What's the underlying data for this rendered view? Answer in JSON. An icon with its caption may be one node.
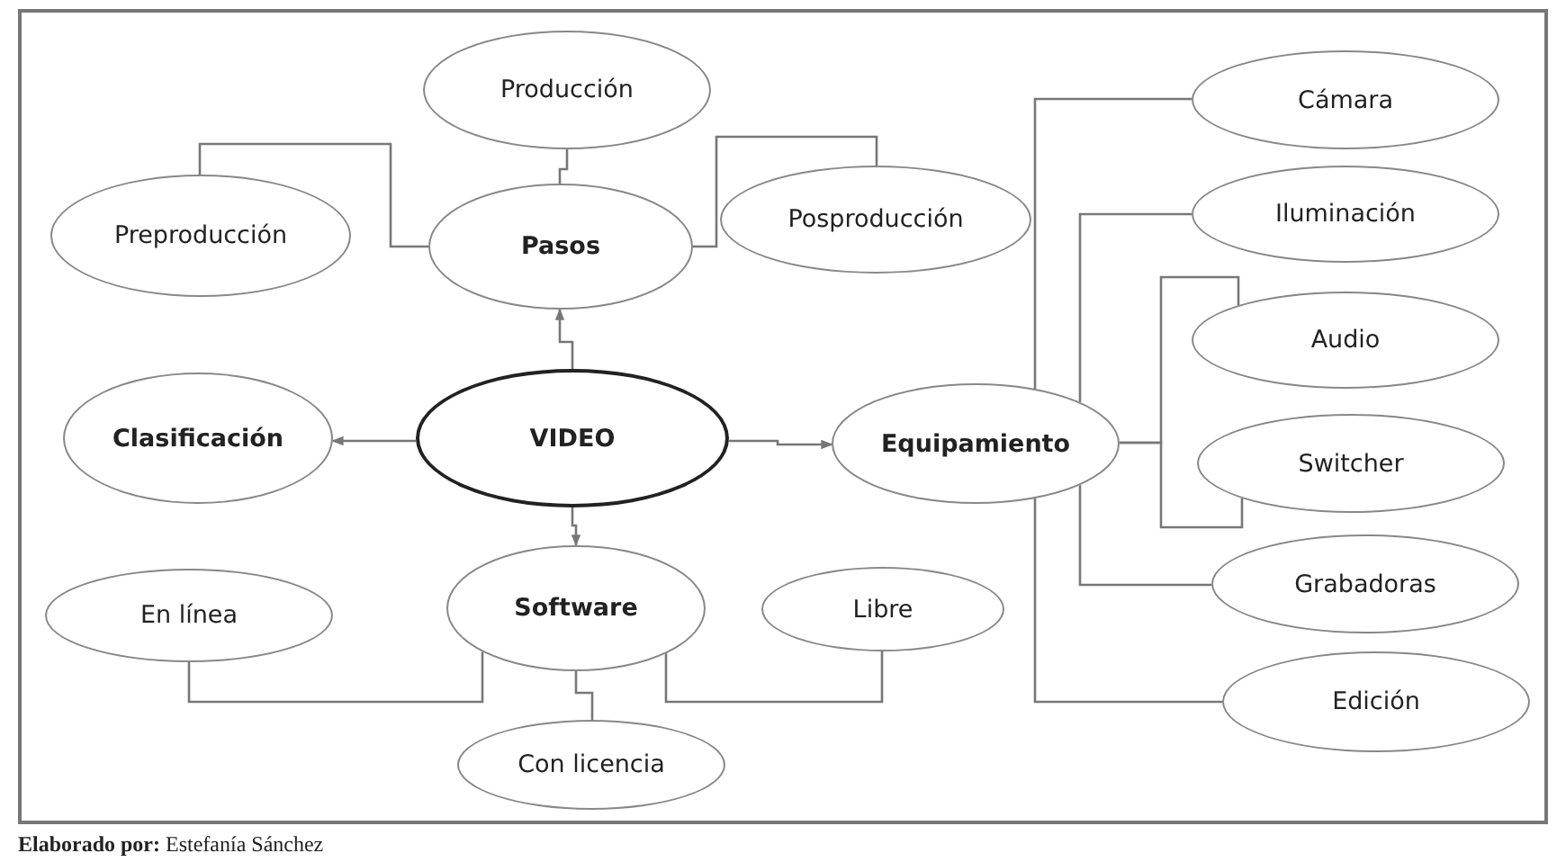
{
  "diagram": {
    "caption": "**Elaborado por:** Estefanía Sánchez",
    "nodes": [
      {
        "text": [
          "Producción"
        ]
      },
      {
        "text": [
          "Preproducción"
        ]
      },
      {
        "text": [
          "Pasos"
        ]
      },
      {
        "text": [
          "Posproducción"
        ]
      },
      {
        "text": [
          "Clasificación"
        ]
      },
      {
        "text": [
          "VIDEO"
        ]
      },
      {
        "text": [
          "Equipamiento"
        ]
      },
      {
        "text": [
          "Cámara"
        ]
      },
      {
        "text": [
          "Iluminación"
        ]
      },
      {
        "text": [
          "Audio"
        ]
      },
      {
        "text": [
          "Switcher"
        ]
      },
      {
        "text": [
          "Grabadoras"
        ]
      },
      {
        "text": [
          "Edición"
        ]
      },
      {
        "text": [
          "En línea"
        ]
      },
      {
        "text": [
          "Software"
        ]
      },
      {
        "text": [
          "Libre"
        ]
      },
      {
        "text": [
          "Con licencia"
        ]
      }
    ],
    "edges": [
      {
        "from": 5,
        "to": 2,
        "arrow": "to"
      },
      {
        "from": 5,
        "to": 4,
        "arrow": "to"
      },
      {
        "from": 5,
        "to": 6,
        "arrow": "to"
      },
      {
        "from": 5,
        "to": 14,
        "arrow": "to"
      },
      {
        "from": 2,
        "to": 1,
        "arrow": "none"
      },
      {
        "from": 2,
        "to": 0,
        "arrow": "none"
      },
      {
        "from": 2,
        "to": 3,
        "arrow": "none"
      },
      {
        "from": 6,
        "to": 7,
        "arrow": "none"
      },
      {
        "from": 6,
        "to": 8,
        "arrow": "none"
      },
      {
        "from": 6,
        "to": 9,
        "arrow": "none"
      },
      {
        "from": 6,
        "to": 10,
        "arrow": "none"
      },
      {
        "from": 6,
        "to": 11,
        "arrow": "none"
      },
      {
        "from": 6,
        "to": 12,
        "arrow": "none"
      },
      {
        "from": 14,
        "to": 13,
        "arrow": "none"
      },
      {
        "from": 14,
        "to": 16,
        "arrow": "none"
      },
      {
        "from": 14,
        "to": 15,
        "arrow": "none"
      }
    ]
  }
}
